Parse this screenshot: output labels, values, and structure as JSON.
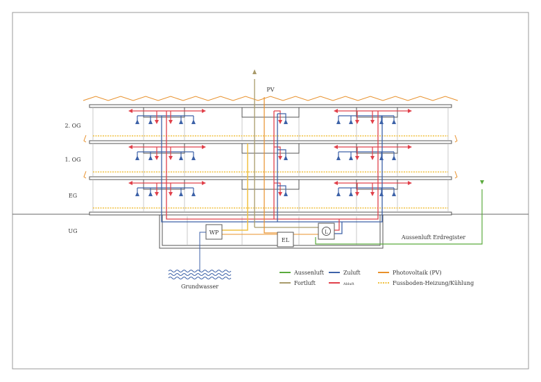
{
  "floors": [
    "2. OG",
    "1. OG",
    "EG",
    "UG"
  ],
  "labels": {
    "pv": "PV",
    "wp": "WP",
    "el": "EL",
    "l": "L",
    "groundwater": "Grundwasser",
    "earth_register": "Aussenluft Erdregister"
  },
  "legend": [
    {
      "label": "Aussenluft",
      "color": "#5aaa3c",
      "style": "solid"
    },
    {
      "label": "Fortluft",
      "color": "#a89a6a",
      "style": "solid"
    },
    {
      "label": "Zuluft",
      "color": "#3d62a8",
      "style": "solid"
    },
    {
      "label": "Abluft",
      "color": "#e0404a",
      "style": "solid"
    },
    {
      "label": "Photovoltaik (PV)",
      "color": "#e8902a",
      "style": "solid"
    },
    {
      "label": "Fussboden-Heizung/Kühlung",
      "color": "#f0c040",
      "style": "dotted"
    }
  ]
}
